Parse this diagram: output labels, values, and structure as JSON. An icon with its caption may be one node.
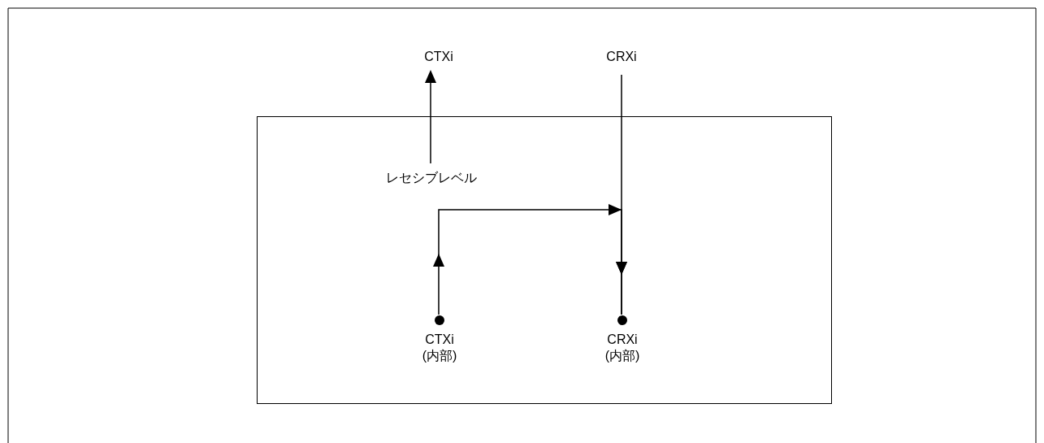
{
  "diagram": {
    "nodes": [
      {
        "text": [],
        "shape": "box"
      },
      {
        "text": [
          "CTXi"
        ]
      },
      {
        "text": [
          "CRXi"
        ]
      },
      {
        "text": [
          "レセシブレベル"
        ],
        "in": 0
      },
      {
        "text": [],
        "shape": "circle",
        "in": 0,
        "beside": [
          "CTXi (内部)"
        ]
      },
      {
        "text": [],
        "shape": "circle",
        "in": 0,
        "beside": [
          "CRXi (内部)"
        ]
      }
    ],
    "edges": [
      {
        "from": 3,
        "to": 1,
        "arrow": "to"
      },
      {
        "from": 2,
        "to": 5,
        "arrow": "to"
      },
      {
        "from": 4,
        "to": 5,
        "arrow": "to"
      }
    ]
  }
}
